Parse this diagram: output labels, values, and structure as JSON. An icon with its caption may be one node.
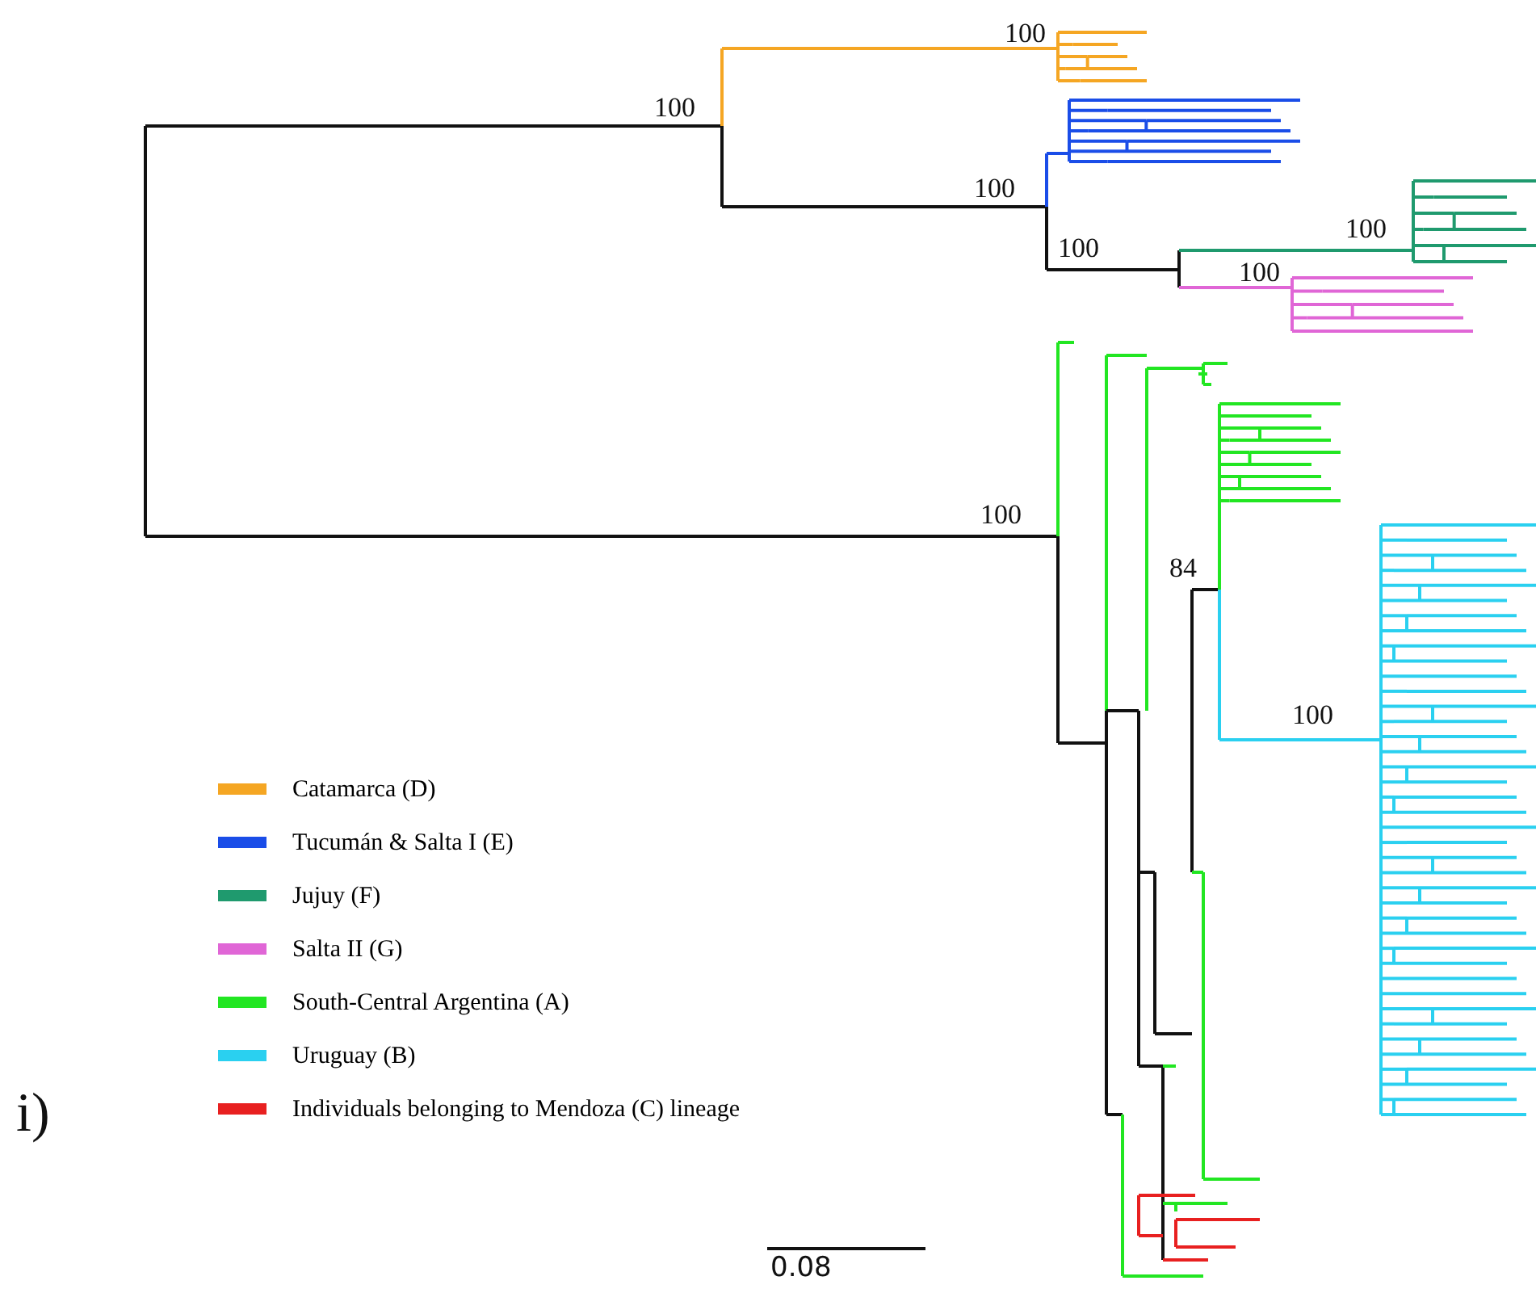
{
  "diagram": {
    "labels": [
      "100",
      "100",
      "100",
      "100",
      "100",
      "100",
      "100",
      "84",
      "100",
      "i)",
      "0.08"
    ],
    "legend": [
      {
        "text": "Catamarca (D)",
        "color": "#f5a623"
      },
      {
        "text": "Tucumán & Salta I (E)",
        "color": "#1a4de8"
      },
      {
        "text": "Jujuy (F)",
        "color": "#1f9a6e"
      },
      {
        "text": "Salta II (G)",
        "color": "#e066d6"
      },
      {
        "text": "South-Central Argentina (A)",
        "color": "#22e622"
      },
      {
        "text": "Uruguay (B)",
        "color": "#2ad0f0"
      },
      {
        "text": "Individuals belonging to Mendoza (C) lineage",
        "color": "#e82020"
      }
    ]
  }
}
